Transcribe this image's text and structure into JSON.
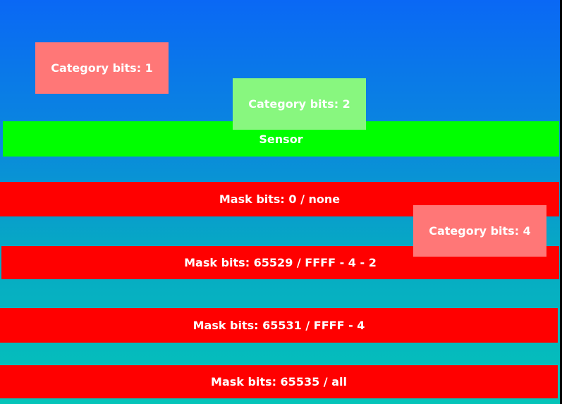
{
  "scene": {
    "sensor": {
      "label": "Sensor"
    },
    "mask_bars": [
      {
        "label": "Mask bits: 0 / none"
      },
      {
        "label": "Mask bits: 65529 / FFFF - 4 - 2"
      },
      {
        "label": "Mask bits: 65531 / FFFF - 4"
      },
      {
        "label": "Mask bits: 65535 / all"
      }
    ],
    "category_boxes": [
      {
        "label": "Category bits: 1"
      },
      {
        "label": "Category bits: 2"
      },
      {
        "label": "Category bits: 4"
      }
    ]
  },
  "colors": {
    "background_top": "#0a68f5",
    "background_bottom": "#04c4b9",
    "sensor": "#00ff00",
    "mask_bar": "#ff0000",
    "category_box_red": "#ff7777",
    "category_box_green": "#88f77f"
  }
}
